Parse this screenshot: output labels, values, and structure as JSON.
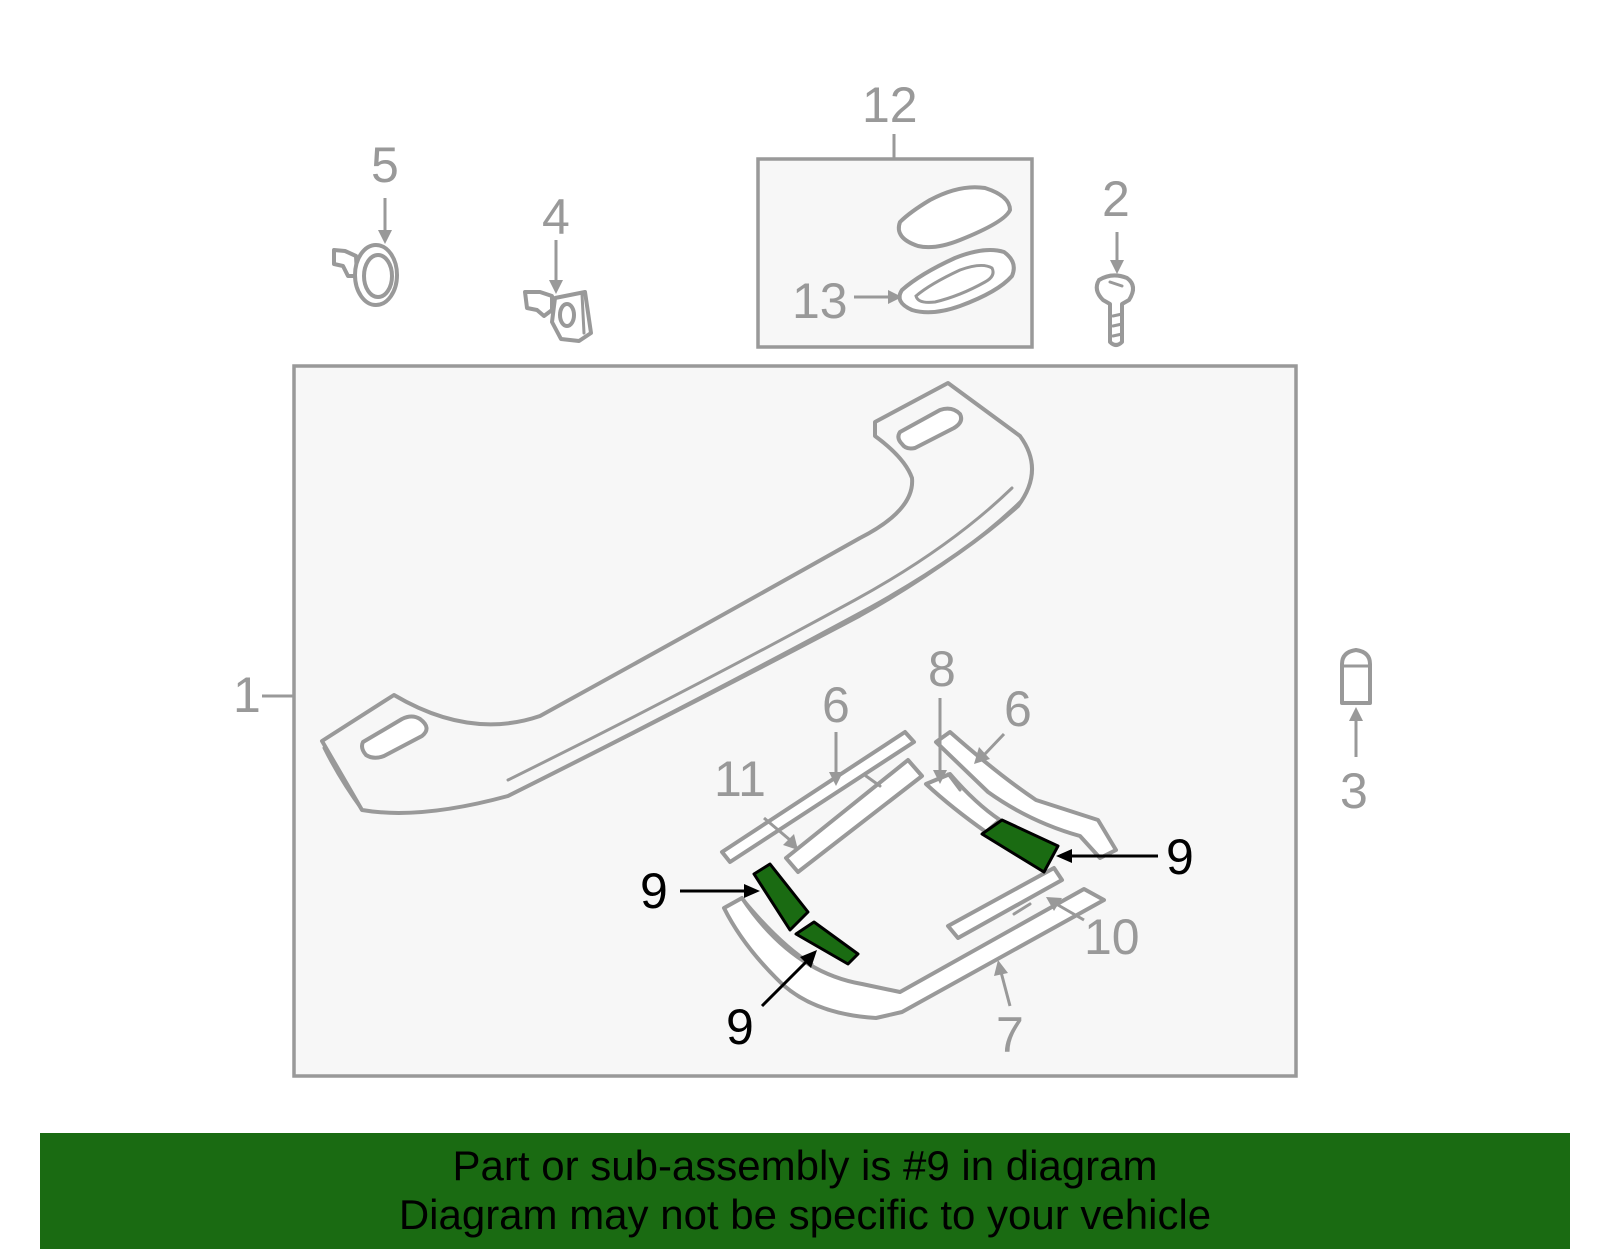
{
  "diagram": {
    "callouts": {
      "c1": "1",
      "c2": "2",
      "c3": "3",
      "c4": "4",
      "c5": "5",
      "c6a": "6",
      "c6b": "6",
      "c7": "7",
      "c8": "8",
      "c9a": "9",
      "c9b": "9",
      "c9c": "9",
      "c10": "10",
      "c11": "11",
      "c12": "12",
      "c13": "13"
    },
    "colors": {
      "highlight": "#1a6b12",
      "line": "#999999",
      "panel": "#f7f7f7"
    }
  },
  "banner": {
    "line1": "Part or sub-assembly is #9 in diagram",
    "line2": "Diagram may not be specific to your vehicle"
  }
}
